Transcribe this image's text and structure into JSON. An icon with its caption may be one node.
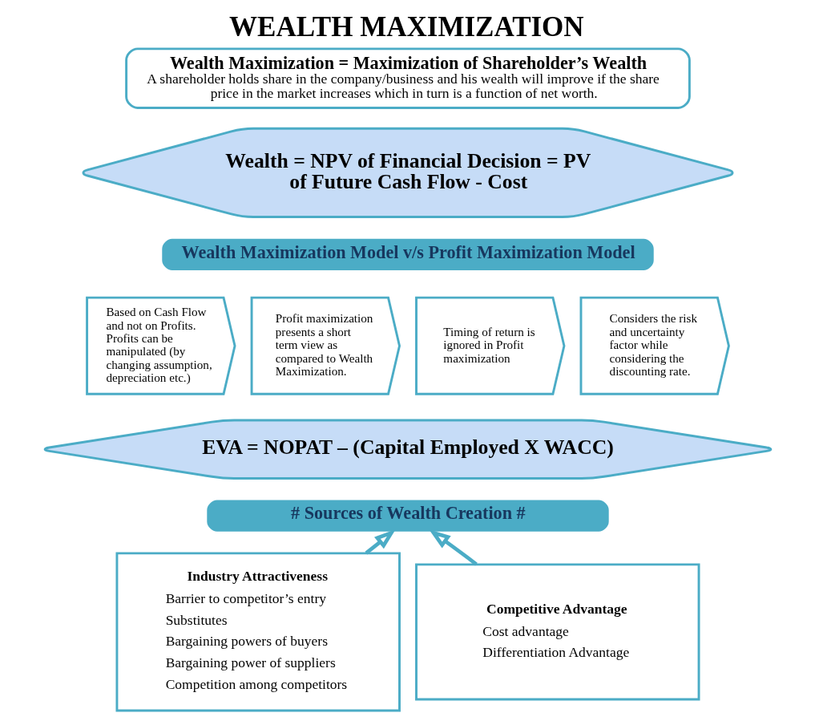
{
  "diagram": {
    "title": "WEALTH MAXIMIZATION",
    "nodes": [
      {
        "text": [
          "Wealth Maximization = Maximization of Shareholder’s Wealth",
          "A shareholder holds share in the company/business and his wealth will improve if the share price in the market increases which in turn is a function of net worth."
        ]
      },
      {
        "text": [
          "Wealth = NPV of Financial Decision = PV of Future Cash Flow - Cost"
        ]
      },
      {
        "text": [
          "Wealth Maximization Model v/s Profit Maximization Model"
        ]
      },
      {
        "text": [
          "Based on Cash Flow and not on Profits. Profits can be manipulated (by changing assumption, depreciation etc.)"
        ]
      },
      {
        "text": [
          "Profit maximization presents a short term view as compared to Wealth Maximization."
        ]
      },
      {
        "text": [
          "Timing of return is ignored in Profit maximization"
        ]
      },
      {
        "text": [
          "Considers the risk and uncertainty factor while considering the discounting rate."
        ]
      },
      {
        "text": [
          "EVA = NOPAT – (Capital Employed X WACC)"
        ]
      },
      {
        "text": [
          "# Sources of Wealth Creation #"
        ]
      },
      {
        "text": [
          "Industry Attractiveness",
          "Barrier to competitor’s entry",
          "Substitutes",
          "Bargaining powers of buyers",
          "Bargaining power of suppliers",
          "Competition among competitors"
        ]
      },
      {
        "text": [
          "Competitive Advantage",
          "Cost advantage",
          "Differentiation Advantage"
        ]
      }
    ],
    "edges": [
      {
        "from": 9,
        "to": 8,
        "arrow": "to"
      },
      {
        "from": 10,
        "to": 8,
        "arrow": "to"
      }
    ]
  }
}
